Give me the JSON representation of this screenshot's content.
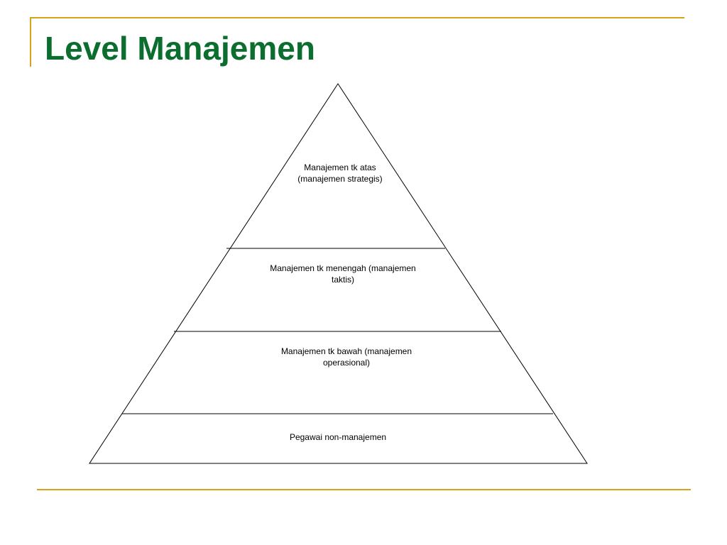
{
  "title": "Level Manajemen",
  "colors": {
    "title": "#0B6E2E",
    "accent": "#D9A21B",
    "lines": "#000000"
  },
  "pyramid": {
    "levels": [
      {
        "label": "Manajemen tk atas\n(manajemen strategis)"
      },
      {
        "label": "Manajemen tk menengah (manajemen\ntaktis)"
      },
      {
        "label": "Manajemen tk bawah (manajemen\noperasional)"
      },
      {
        "label": "Pegawai non-manajemen"
      }
    ]
  }
}
